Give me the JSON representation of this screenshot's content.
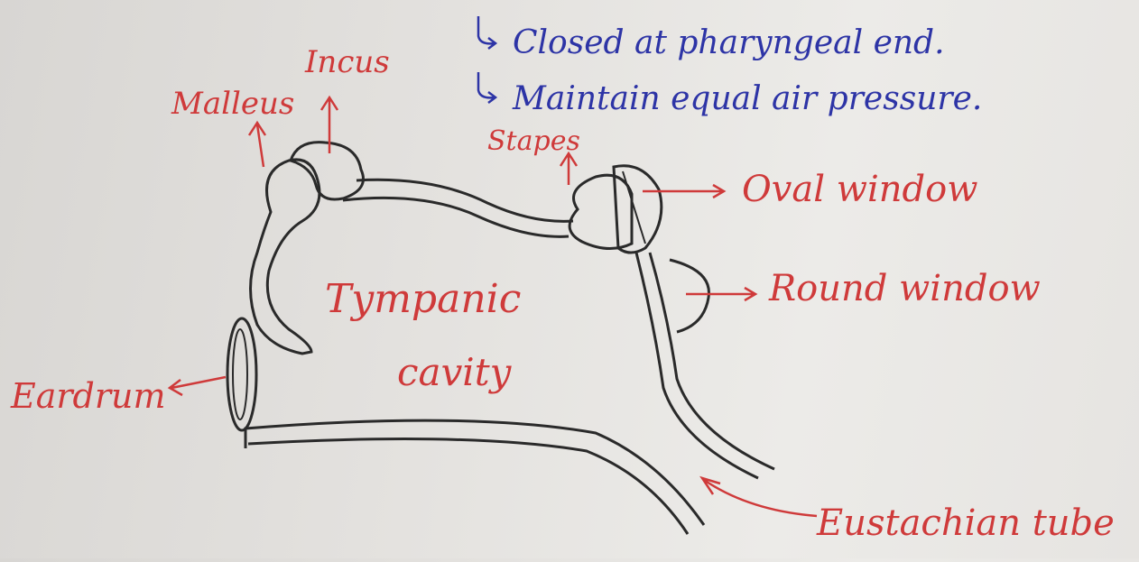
{
  "notes": [
    "Closed at pharyngeal end.",
    "Maintain equal air pressure."
  ],
  "labels": {
    "incus": "Incus",
    "malleus": "Malleus",
    "stapes": "Stapes",
    "oval_window": "Oval window",
    "round_window": "Round window",
    "tympanic_cavity_line1": "Tympanic",
    "tympanic_cavity_line2": "cavity",
    "eardrum": "Eardrum",
    "eustachian_tube": "Eustachian tube"
  },
  "colors": {
    "label_red": "#cf3a3a",
    "note_blue": "#2d34a6",
    "ink": "#2a2a2a",
    "paper": "#e4e2df"
  }
}
